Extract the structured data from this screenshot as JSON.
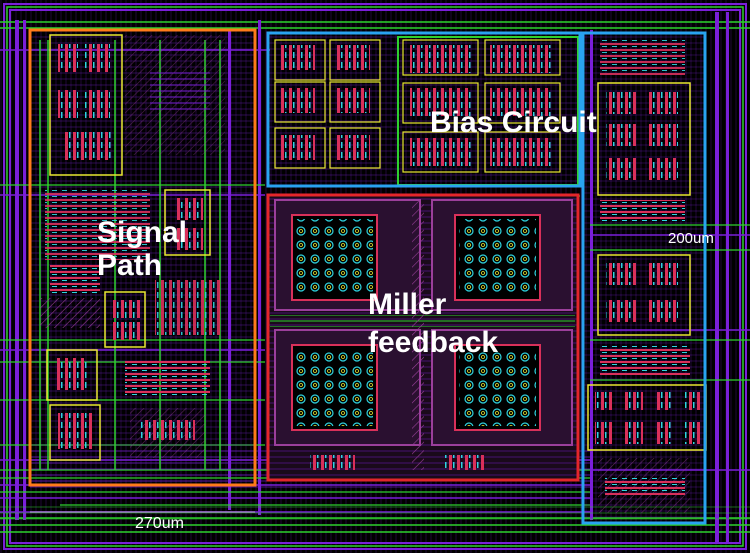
{
  "blocks": {
    "signal_path": {
      "label_line1": "Signal",
      "label_line2": "Path",
      "color": "#ff7a1a"
    },
    "bias_circuit": {
      "label": "Bias Circuit",
      "color": "#29a3f0"
    },
    "miller_feedback": {
      "label_line1": "Miller",
      "label_line2": "feedback",
      "color": "#e3262b"
    }
  },
  "dimensions": {
    "width": "270um",
    "height": "200um"
  },
  "colors": {
    "background": "#000000",
    "metal_green": "#2ed12e",
    "metal_purple": "#7a1fd9",
    "poly_red": "#d9305a",
    "active_yellow": "#e8e830",
    "contact_cyan": "#2fd4e0"
  }
}
